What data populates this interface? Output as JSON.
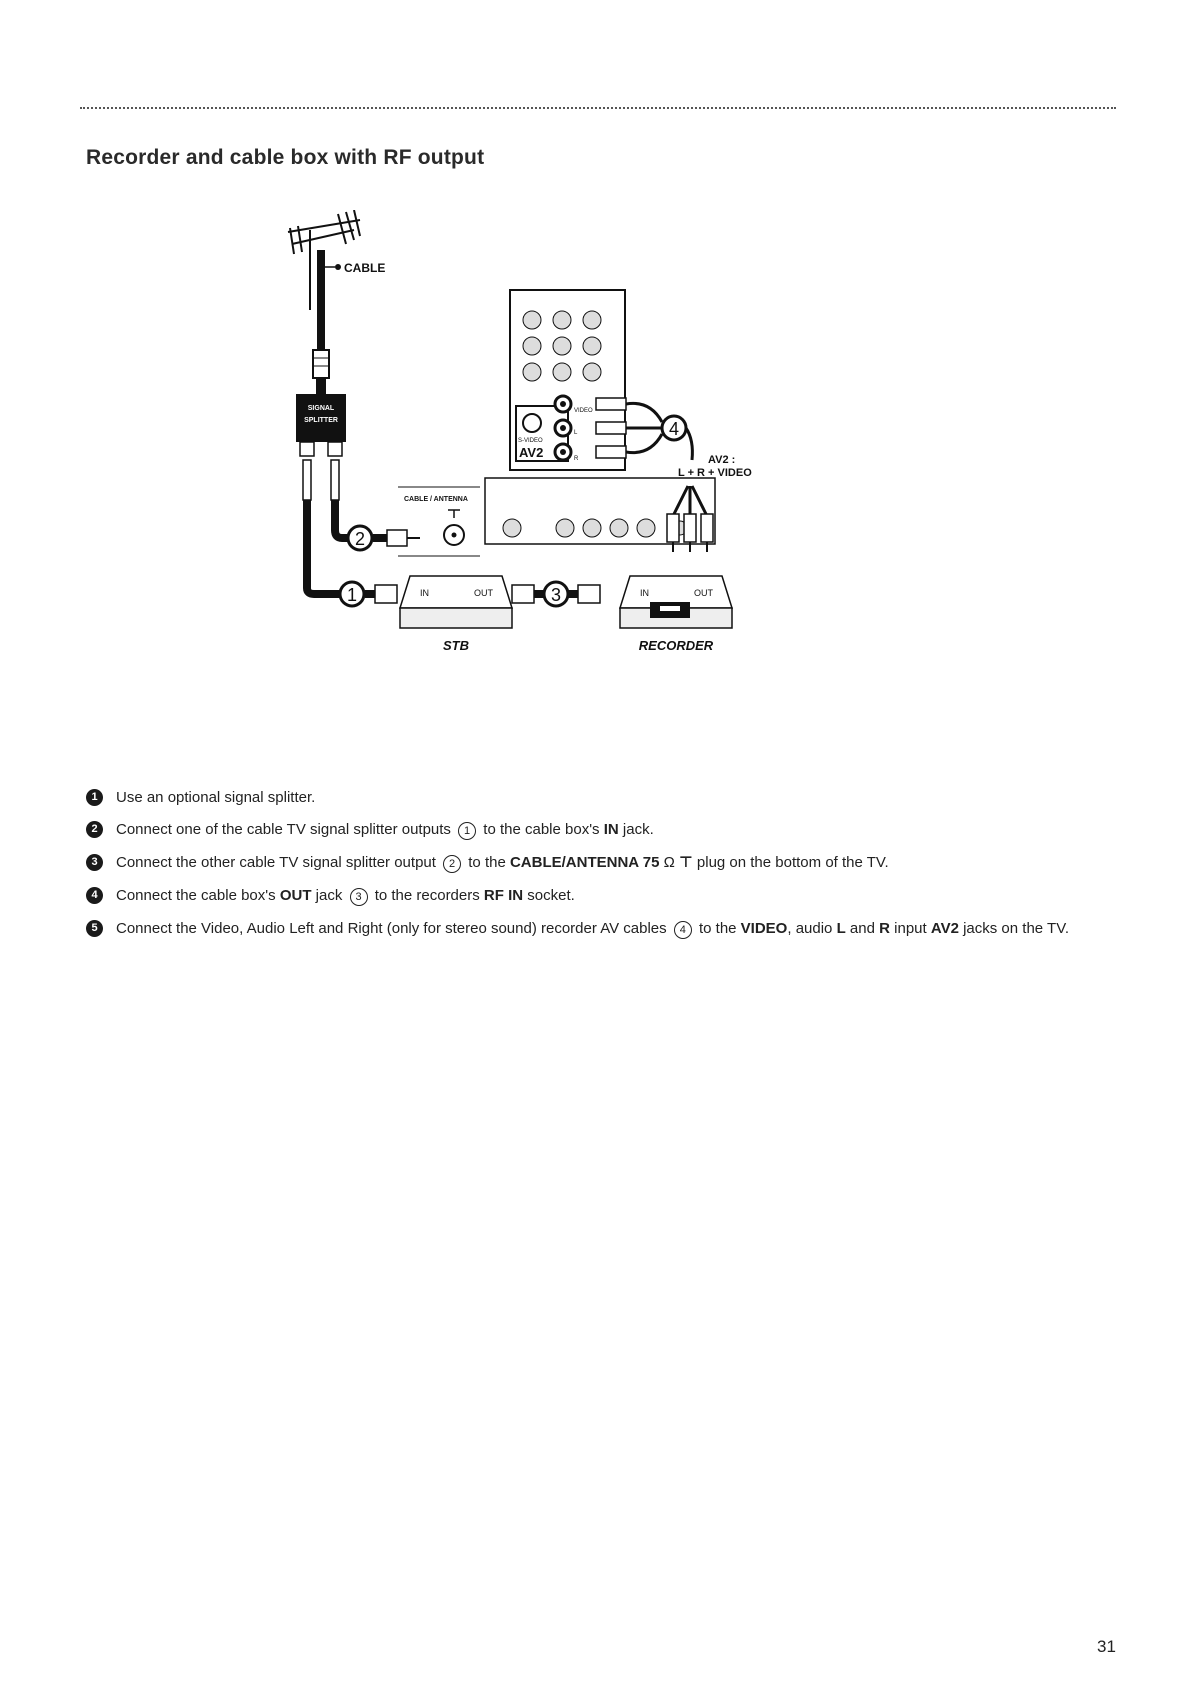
{
  "section_title": "Recorder and cable box with RF output",
  "diagram": {
    "cable_label": "CABLE",
    "splitter_label_1": "SIGNAL",
    "splitter_label_2": "SPLITTER",
    "cable_antenna_label": "CABLE / ANTENNA",
    "av2_label": "AV2",
    "svideo_label": "S-VIDEO",
    "video_label": "VIDEO",
    "l_label": "L",
    "r_label": "R",
    "av2_caption_1": "AV2 :",
    "av2_caption_2": "L + R + VIDEO",
    "stb_in": "IN",
    "stb_out": "OUT",
    "rec_in": "IN",
    "rec_out": "OUT",
    "stb_label": "STB",
    "recorder_label": "RECORDER",
    "callouts": [
      "1",
      "2",
      "3",
      "4"
    ]
  },
  "steps": [
    {
      "num": "1",
      "text": "Use an optional signal splitter."
    },
    {
      "num": "2",
      "pre": "Connect one of the cable TV signal splitter outputs",
      "ref": "1",
      "mid": "to the cable box's",
      "bold": "IN",
      "post": "jack."
    },
    {
      "num": "3",
      "pre": "Connect the other cable TV signal splitter output",
      "ref": "2",
      "mid": "to the",
      "bold": "CABLE/ANTENNA 75",
      "ohm": "Ω",
      "post": "plug on the bottom of the TV."
    },
    {
      "num": "4",
      "pre": "Connect the cable box's",
      "bold": "OUT",
      "mid": "jack",
      "ref": "3",
      "mid2": "to the recorders",
      "bold2": "RF IN",
      "post": "socket."
    },
    {
      "num": "5",
      "pre": "Connect the Video, Audio Left and Right (only for stereo sound) recorder AV cables",
      "ref": "4",
      "mid": "to the",
      "bold": "VIDEO",
      "mid2": ", audio",
      "bold2": "L",
      "mid3": "and",
      "bold3": "R",
      "mid4": "input",
      "bold4": "AV2",
      "post": "jacks on the TV."
    }
  ],
  "page_number": "31"
}
